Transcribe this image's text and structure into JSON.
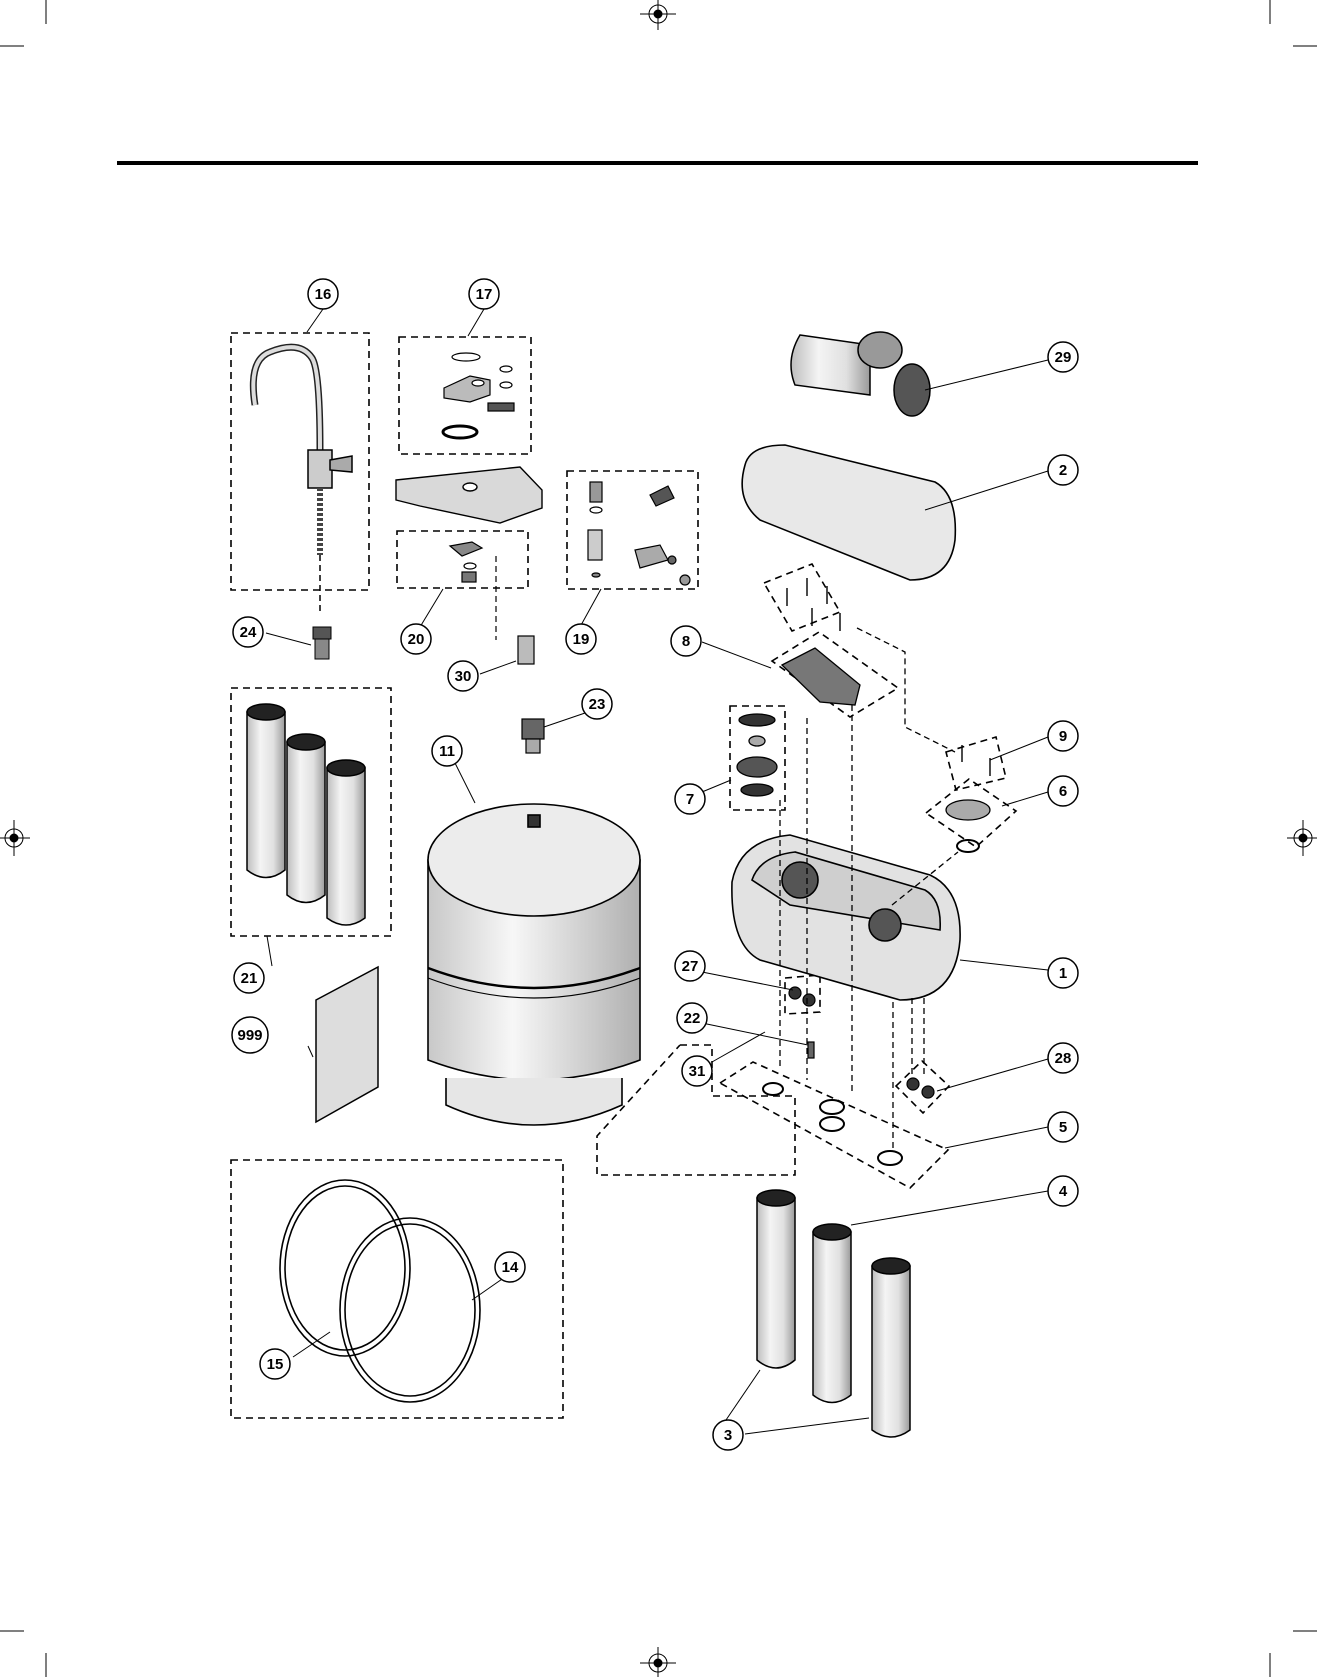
{
  "diagram": {
    "callouts": [
      {
        "id": "c16",
        "text": "16"
      },
      {
        "id": "c17",
        "text": "17"
      },
      {
        "id": "c29",
        "text": "29"
      },
      {
        "id": "c2",
        "text": "2"
      },
      {
        "id": "c24",
        "text": "24"
      },
      {
        "id": "c20",
        "text": "20"
      },
      {
        "id": "c19",
        "text": "19"
      },
      {
        "id": "c8",
        "text": "8"
      },
      {
        "id": "c30",
        "text": "30"
      },
      {
        "id": "c23",
        "text": "23"
      },
      {
        "id": "c11",
        "text": "11"
      },
      {
        "id": "c9",
        "text": "9"
      },
      {
        "id": "c7",
        "text": "7"
      },
      {
        "id": "c6",
        "text": "6"
      },
      {
        "id": "c1",
        "text": "1"
      },
      {
        "id": "c27",
        "text": "27"
      },
      {
        "id": "c21",
        "text": "21"
      },
      {
        "id": "c22",
        "text": "22"
      },
      {
        "id": "c999",
        "text": "999"
      },
      {
        "id": "c31",
        "text": "31"
      },
      {
        "id": "c28",
        "text": "28"
      },
      {
        "id": "c5",
        "text": "5"
      },
      {
        "id": "c4",
        "text": "4"
      },
      {
        "id": "c14",
        "text": "14"
      },
      {
        "id": "c15",
        "text": "15"
      },
      {
        "id": "c3",
        "text": "3"
      }
    ]
  }
}
